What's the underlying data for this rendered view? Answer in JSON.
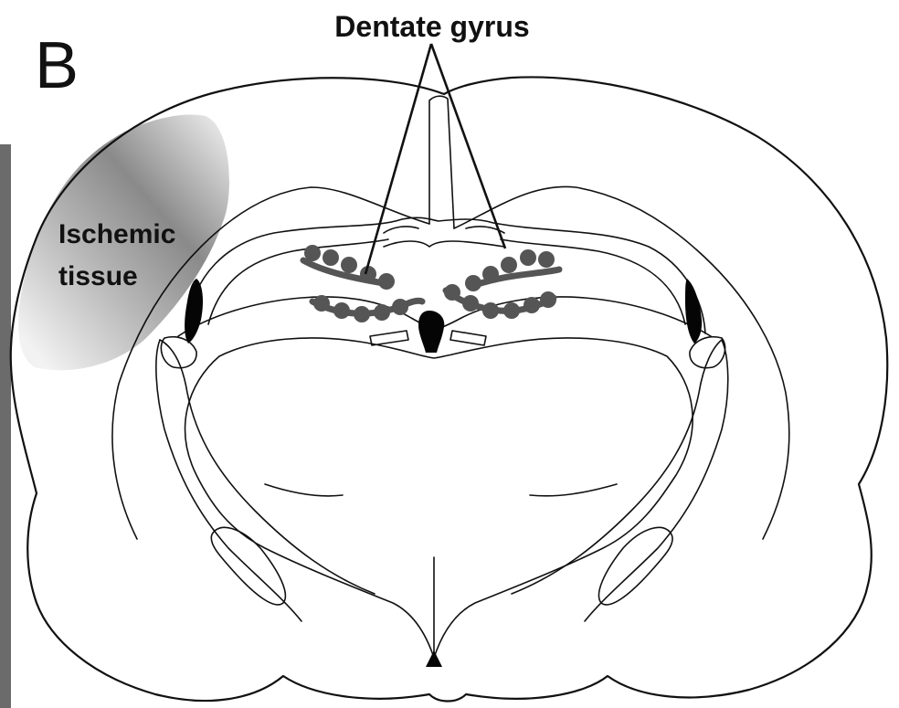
{
  "figure": {
    "panel_label": "B",
    "labels": {
      "dentate_gyrus": "Dentate gyrus",
      "ischemic_line1": "Ischemic",
      "ischemic_line2": "tissue"
    },
    "colors": {
      "outline": "#111111",
      "dentate_cells": "#555555",
      "ischemia_gradient_dark": "#6e6e6e",
      "ischemia_gradient_light": "#eeeeee",
      "left_frame_bar": "#6b6b6b",
      "ventricles": "#050505",
      "background": "#ffffff"
    }
  }
}
